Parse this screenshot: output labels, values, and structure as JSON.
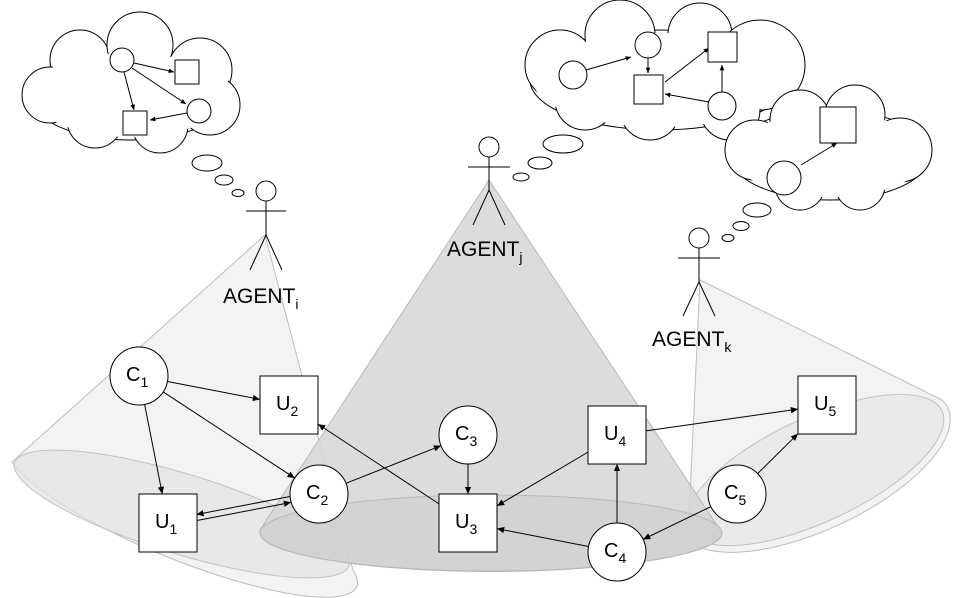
{
  "agents": [
    {
      "id": "i",
      "name": "AGENT",
      "sub": "i"
    },
    {
      "id": "j",
      "name": "AGENT",
      "sub": "j"
    },
    {
      "id": "k",
      "name": "AGENT",
      "sub": "k"
    }
  ],
  "nodes": {
    "C1": {
      "kind": "chance",
      "name": "C",
      "sub": "1"
    },
    "C2": {
      "kind": "chance",
      "name": "C",
      "sub": "2"
    },
    "C3": {
      "kind": "chance",
      "name": "C",
      "sub": "3"
    },
    "C4": {
      "kind": "chance",
      "name": "C",
      "sub": "4"
    },
    "C5": {
      "kind": "chance",
      "name": "C",
      "sub": "5"
    },
    "U1": {
      "kind": "utility",
      "name": "U",
      "sub": "1"
    },
    "U2": {
      "kind": "utility",
      "name": "U",
      "sub": "2"
    },
    "U3": {
      "kind": "utility",
      "name": "U",
      "sub": "3"
    },
    "U4": {
      "kind": "utility",
      "name": "U",
      "sub": "4"
    },
    "U5": {
      "kind": "utility",
      "name": "U",
      "sub": "5"
    }
  },
  "edges": [
    {
      "from": "C1",
      "to": "U2"
    },
    {
      "from": "C1",
      "to": "U1"
    },
    {
      "from": "C1",
      "to": "C2"
    },
    {
      "from": "C2",
      "to": "U1"
    },
    {
      "from": "U1",
      "to": "C2"
    },
    {
      "from": "C2",
      "to": "C3"
    },
    {
      "from": "C3",
      "to": "U3"
    },
    {
      "from": "U3",
      "to": "U2"
    },
    {
      "from": "U4",
      "to": "U3"
    },
    {
      "from": "C4",
      "to": "U3"
    },
    {
      "from": "C4",
      "to": "U4"
    },
    {
      "from": "C5",
      "to": "C4"
    },
    {
      "from": "U4",
      "to": "U5"
    },
    {
      "from": "C5",
      "to": "U5"
    }
  ],
  "thought_bubbles": [
    {
      "agent": "i",
      "edges": [
        [
          "circle",
          "square"
        ],
        [
          "circle",
          "square"
        ],
        [
          "circle",
          "circle"
        ],
        [
          "circle",
          "square"
        ]
      ]
    },
    {
      "agent": "j",
      "edges": [
        [
          "circle",
          "square"
        ],
        [
          "circle",
          "square"
        ],
        [
          "circle",
          "square"
        ],
        [
          "circle",
          "square"
        ]
      ]
    },
    {
      "agent": "k",
      "edges": [
        [
          "circle",
          "square"
        ]
      ]
    }
  ],
  "colors": {
    "line": "#000000",
    "cone_fill": "#d9d9d9",
    "cone_stroke": "#b3b3b3",
    "node_fill": "#ffffff"
  }
}
